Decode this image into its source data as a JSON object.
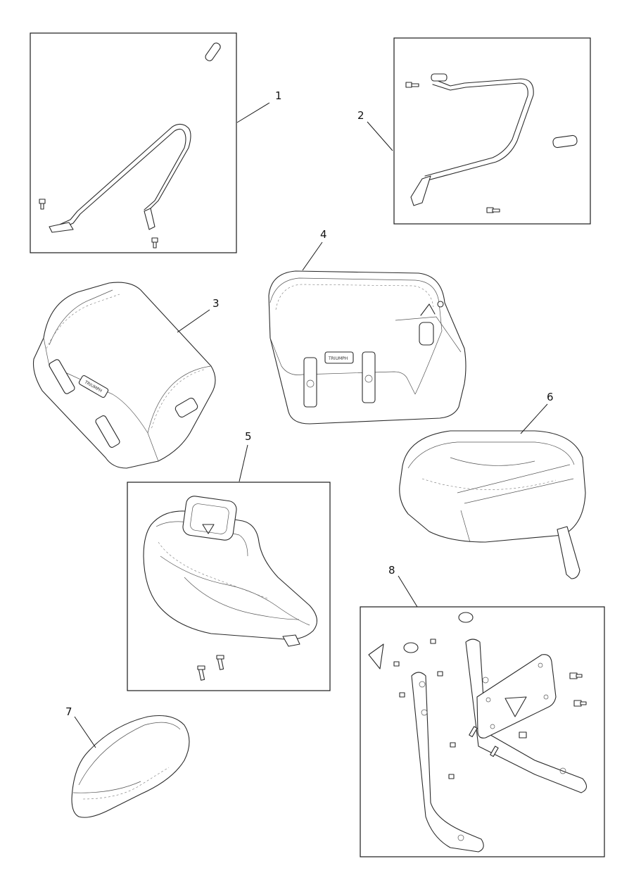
{
  "callouts": [
    {
      "id": "1",
      "label": "1"
    },
    {
      "id": "2",
      "label": "2"
    },
    {
      "id": "3",
      "label": "3"
    },
    {
      "id": "4",
      "label": "4"
    },
    {
      "id": "5",
      "label": "5"
    },
    {
      "id": "6",
      "label": "6"
    },
    {
      "id": "7",
      "label": "7"
    },
    {
      "id": "8",
      "label": "8"
    }
  ],
  "parts": {
    "pannier_brand_mark": "TRIUMPH"
  },
  "colors": {
    "line": "#2a2a2a",
    "background": "#ffffff"
  }
}
